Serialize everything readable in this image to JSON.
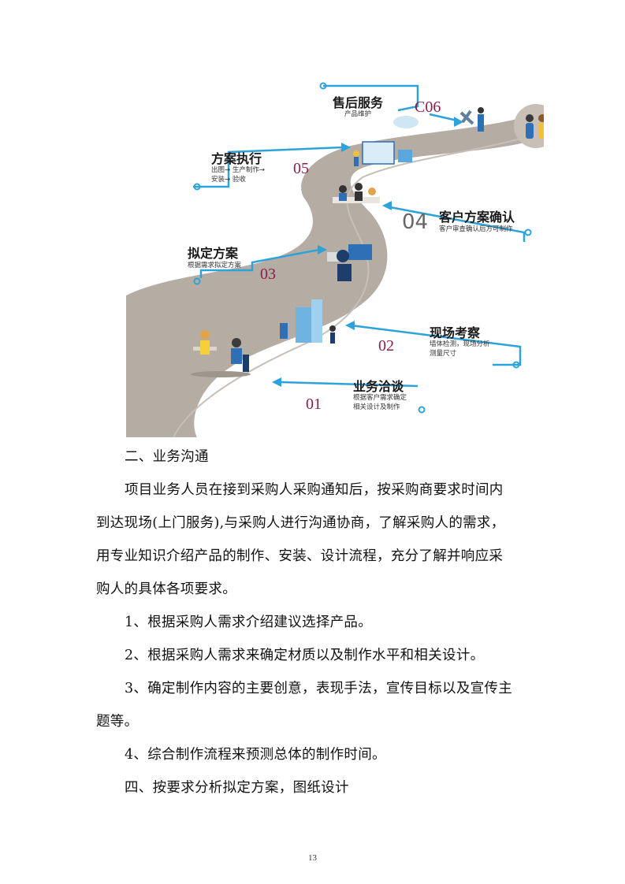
{
  "diagram": {
    "steps": [
      {
        "num": "01",
        "title": "业务洽谈",
        "desc": [
          "根据客户需求确定",
          "相关设计及制作"
        ]
      },
      {
        "num": "02",
        "title": "现场考察",
        "desc": [
          "墙体检测，现场分析",
          "测量尺寸"
        ]
      },
      {
        "num": "03",
        "title": "拟定方案",
        "desc": [
          "根据需求拟定方案"
        ]
      },
      {
        "num": "04",
        "title": "客户方案确认",
        "desc": [
          "客户审查确认后方可制作"
        ]
      },
      {
        "num": "05",
        "title": "方案执行",
        "desc": [
          "出图→ 生产制作→",
          "安装→ 验收"
        ]
      },
      {
        "num": "C06",
        "title": "售后服务",
        "desc": [
          "产品维护"
        ]
      }
    ]
  },
  "content": {
    "heading2": "二、业务沟通",
    "para1": [
      "项目业务人员在接到采购人采购通知后，按采购商要求时间内",
      "到达现场(上门服务),与采购人进行沟通协商，了解采购人的需求，",
      "用专业知识介绍产品的制作、安装、设计流程，充分了解并响应采",
      "购人的具体各项要求。"
    ],
    "item1": "1、根据采购人需求介绍建议选择产品。",
    "item2": "2、根据采购人需求来确定材质以及制作水平和相关设计。",
    "item3": [
      "3、确定制作内容的主要创意，表现手法，宣传目标以及宣传主",
      "题等。"
    ],
    "item4": "4、综合制作流程来预测总体的制作时间。",
    "heading4": "四、按要求分析拟定方案，图纸设计"
  },
  "page_number": "13"
}
